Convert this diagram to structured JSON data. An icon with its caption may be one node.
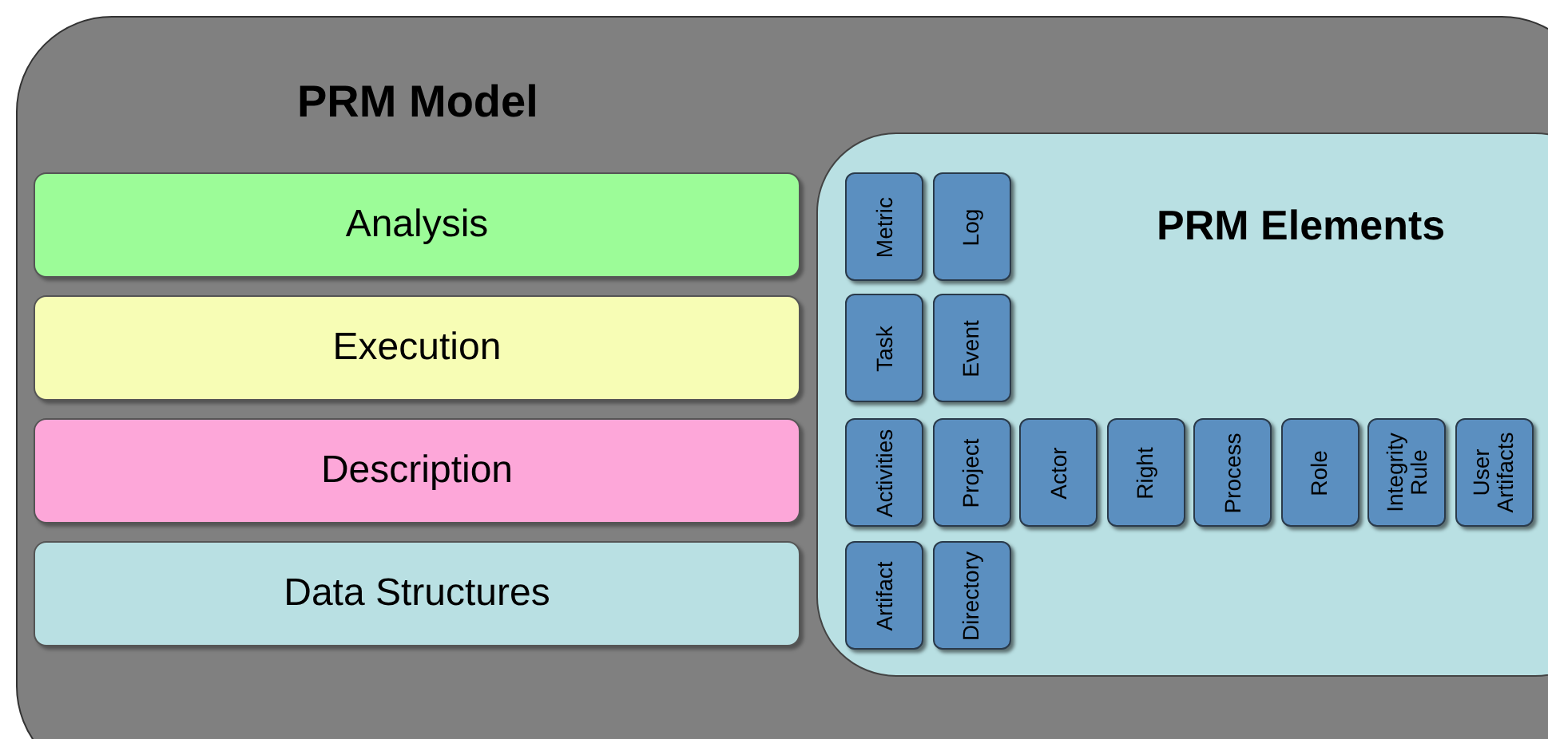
{
  "diagram": {
    "nodes": [
      {
        "text": [
          "PRM Model"
        ]
      },
      {
        "text": [
          "Analysis"
        ],
        "in": 0
      },
      {
        "text": [
          "Execution"
        ],
        "in": 0
      },
      {
        "text": [
          "Description"
        ],
        "in": 0
      },
      {
        "text": [
          "Data Structures"
        ],
        "in": 0
      },
      {
        "text": [
          "PRM Elements"
        ],
        "in": 0
      },
      {
        "text": [
          "Metric"
        ],
        "in": 5
      },
      {
        "text": [
          "Log"
        ],
        "in": 5
      },
      {
        "text": [
          "Task"
        ],
        "in": 5
      },
      {
        "text": [
          "Event"
        ],
        "in": 5
      },
      {
        "text": [
          "Activities"
        ],
        "in": 5
      },
      {
        "text": [
          "Project"
        ],
        "in": 5
      },
      {
        "text": [
          "Actor"
        ],
        "in": 5
      },
      {
        "text": [
          "Right"
        ],
        "in": 5
      },
      {
        "text": [
          "Process"
        ],
        "in": 5
      },
      {
        "text": [
          "Role"
        ],
        "in": 5
      },
      {
        "text": [
          "Integrity Rule"
        ],
        "in": 5
      },
      {
        "text": [
          "User Artifacts"
        ],
        "in": 5
      },
      {
        "text": [
          "Artifact"
        ],
        "in": 5
      },
      {
        "text": [
          "Directory"
        ],
        "in": 5
      }
    ]
  }
}
